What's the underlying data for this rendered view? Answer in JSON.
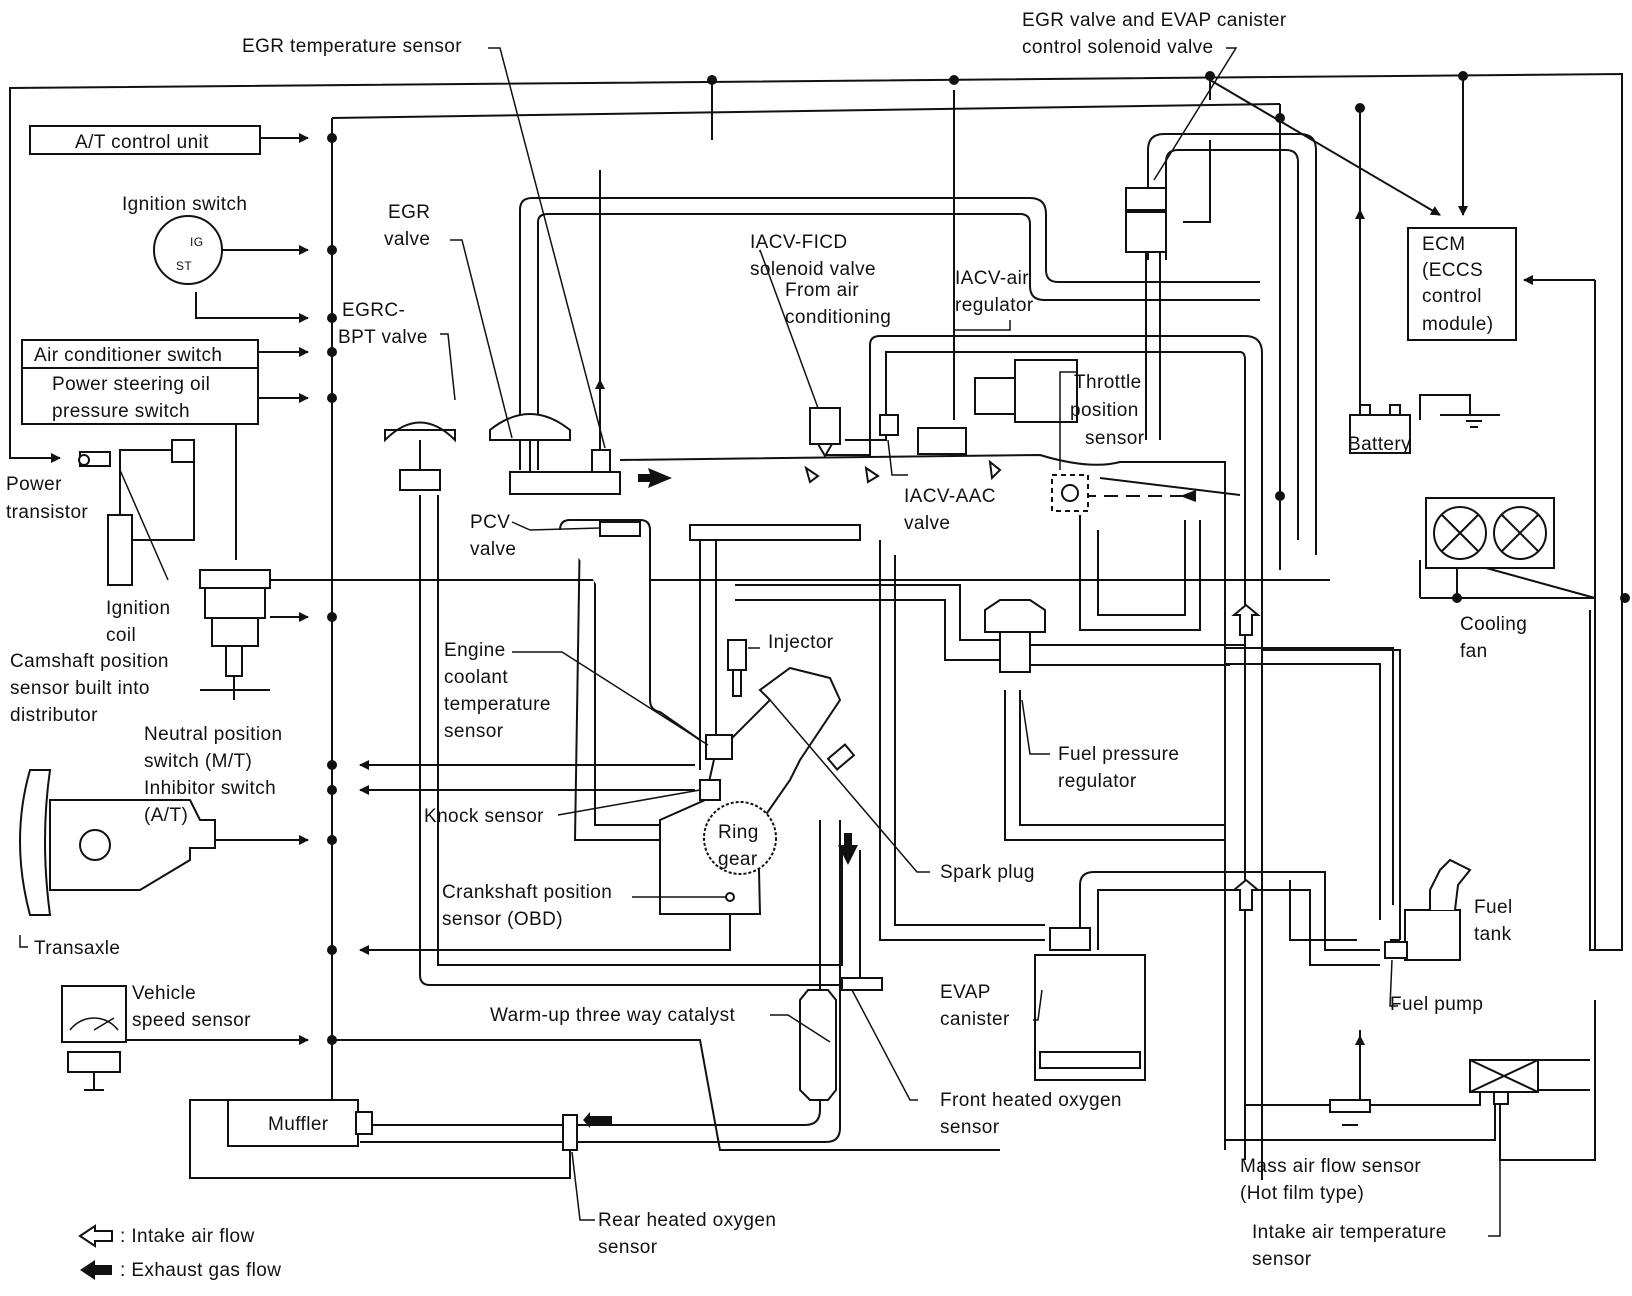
{
  "legend": {
    "intake": ": Intake air flow",
    "exhaust": ": Exhaust gas flow"
  },
  "labels": {
    "at_control_unit": "A/T control unit",
    "ignition_switch": "Ignition switch",
    "ig": "IG",
    "st": "ST",
    "air_conditioner_switch": "Air conditioner switch",
    "power_steering_1": "Power steering oil",
    "power_steering_2": "pressure switch",
    "power_transistor_1": "Power",
    "power_transistor_2": "transistor",
    "ignition_coil_1": "Ignition",
    "ignition_coil_2": "coil",
    "camshaft_1": "Camshaft position",
    "camshaft_2": "sensor built into",
    "camshaft_3": "distributor",
    "neutral_1": "Neutral position",
    "neutral_2": "switch (M/T)",
    "neutral_3": "Inhibitor switch",
    "neutral_4": "(A/T)",
    "transaxle": "Transaxle",
    "vss_1": "Vehicle",
    "vss_2": "speed sensor",
    "muffler": "Muffler",
    "rear_o2_1": "Rear heated oxygen",
    "rear_o2_2": "sensor",
    "egr_temp": "EGR temperature sensor",
    "egr_valve_1": "EGR",
    "egr_valve_2": "valve",
    "egrc_bpt_1": "EGRC-",
    "egrc_bpt_2": "BPT valve",
    "pcv_1": "PCV",
    "pcv_2": "valve",
    "ect_1": "Engine",
    "ect_2": "coolant",
    "ect_3": "temperature",
    "ect_4": "sensor",
    "knock": "Knock sensor",
    "ring_gear_1": "Ring",
    "ring_gear_2": "gear",
    "ckp_1": "Crankshaft position",
    "ckp_2": "sensor (OBD)",
    "catalyst": "Warm-up three way catalyst",
    "front_o2_1": "Front heated oxygen",
    "front_o2_2": "sensor",
    "injector": "Injector",
    "spark_plug": "Spark plug",
    "fpr_1": "Fuel pressure",
    "fpr_2": "regulator",
    "iacv_ficd_1": "IACV-FICD",
    "iacv_ficd_2": "solenoid valve",
    "from_ac_1": "From air",
    "from_ac_2": "conditioning",
    "iacv_air_1": "IACV-air",
    "iacv_air_2": "regulator",
    "iacv_aac_1": "IACV-AAC",
    "iacv_aac_2": "valve",
    "tps_1": "Throttle",
    "tps_2": "position",
    "tps_3": "sensor",
    "egr_evap_1": "EGR valve and EVAP canister",
    "egr_evap_2": "control solenoid valve",
    "ecm_1": "ECM",
    "ecm_2": "(ECCS",
    "ecm_3": "control",
    "ecm_4": "module)",
    "battery": "Battery",
    "cooling_fan_1": "Cooling",
    "cooling_fan_2": "fan",
    "fuel_tank_1": "Fuel",
    "fuel_tank_2": "tank",
    "fuel_pump": "Fuel pump",
    "evap_canister_1": "EVAP",
    "evap_canister_2": "canister",
    "maf_1": "Mass air flow sensor",
    "maf_2": "(Hot film type)",
    "iat_1": "Intake air temperature",
    "iat_2": "sensor"
  }
}
